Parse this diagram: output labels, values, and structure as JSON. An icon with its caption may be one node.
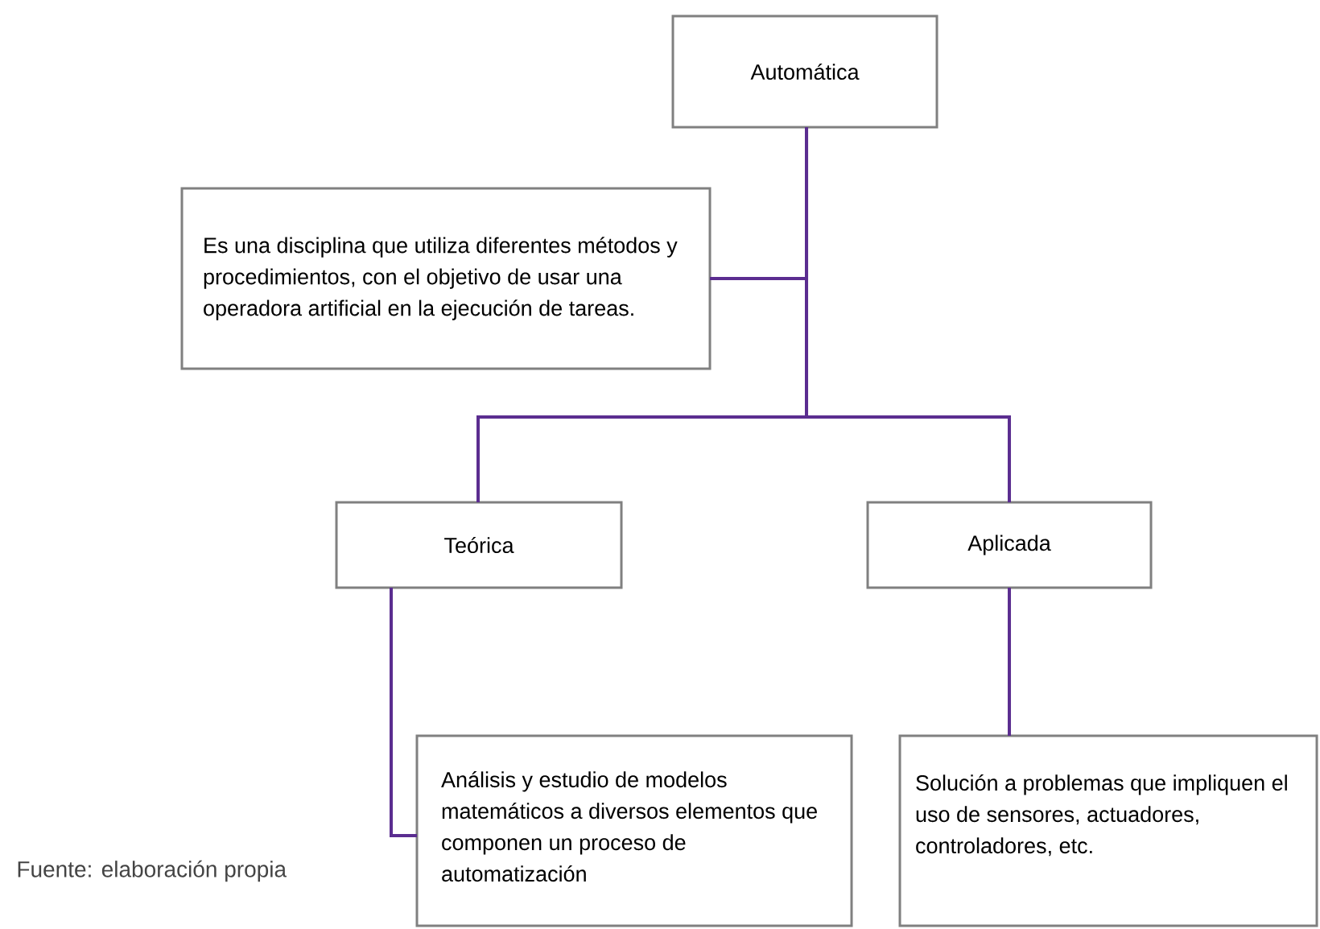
{
  "diagram": {
    "nodes": [
      {
        "text": [
          "Automática"
        ]
      },
      {
        "text": [
          "Es una disciplina que utiliza diferentes métodos y procedimientos, con el objetivo de usar una operadora artificial en la ejecución de tareas."
        ]
      },
      {
        "text": [
          "Teórica"
        ]
      },
      {
        "text": [
          "Aplicada"
        ]
      },
      {
        "text": [
          "Análisis y estudio de modelos matemáticos a diversos elementos que componen un proceso de automatización"
        ]
      },
      {
        "text": [
          "Solución a problemas que impliquen el uso de sensores, actuadores, controladores, etc."
        ]
      }
    ],
    "edges": [
      {
        "from": 0,
        "to": 1,
        "arrow": "none"
      },
      {
        "from": 0,
        "to": 2,
        "arrow": "none"
      },
      {
        "from": 0,
        "to": 3,
        "arrow": "none"
      },
      {
        "from": 2,
        "to": 4,
        "arrow": "none"
      },
      {
        "from": 3,
        "to": 5,
        "arrow": "none"
      }
    ],
    "labels": [
      "Fuente: elaboración propia"
    ]
  }
}
